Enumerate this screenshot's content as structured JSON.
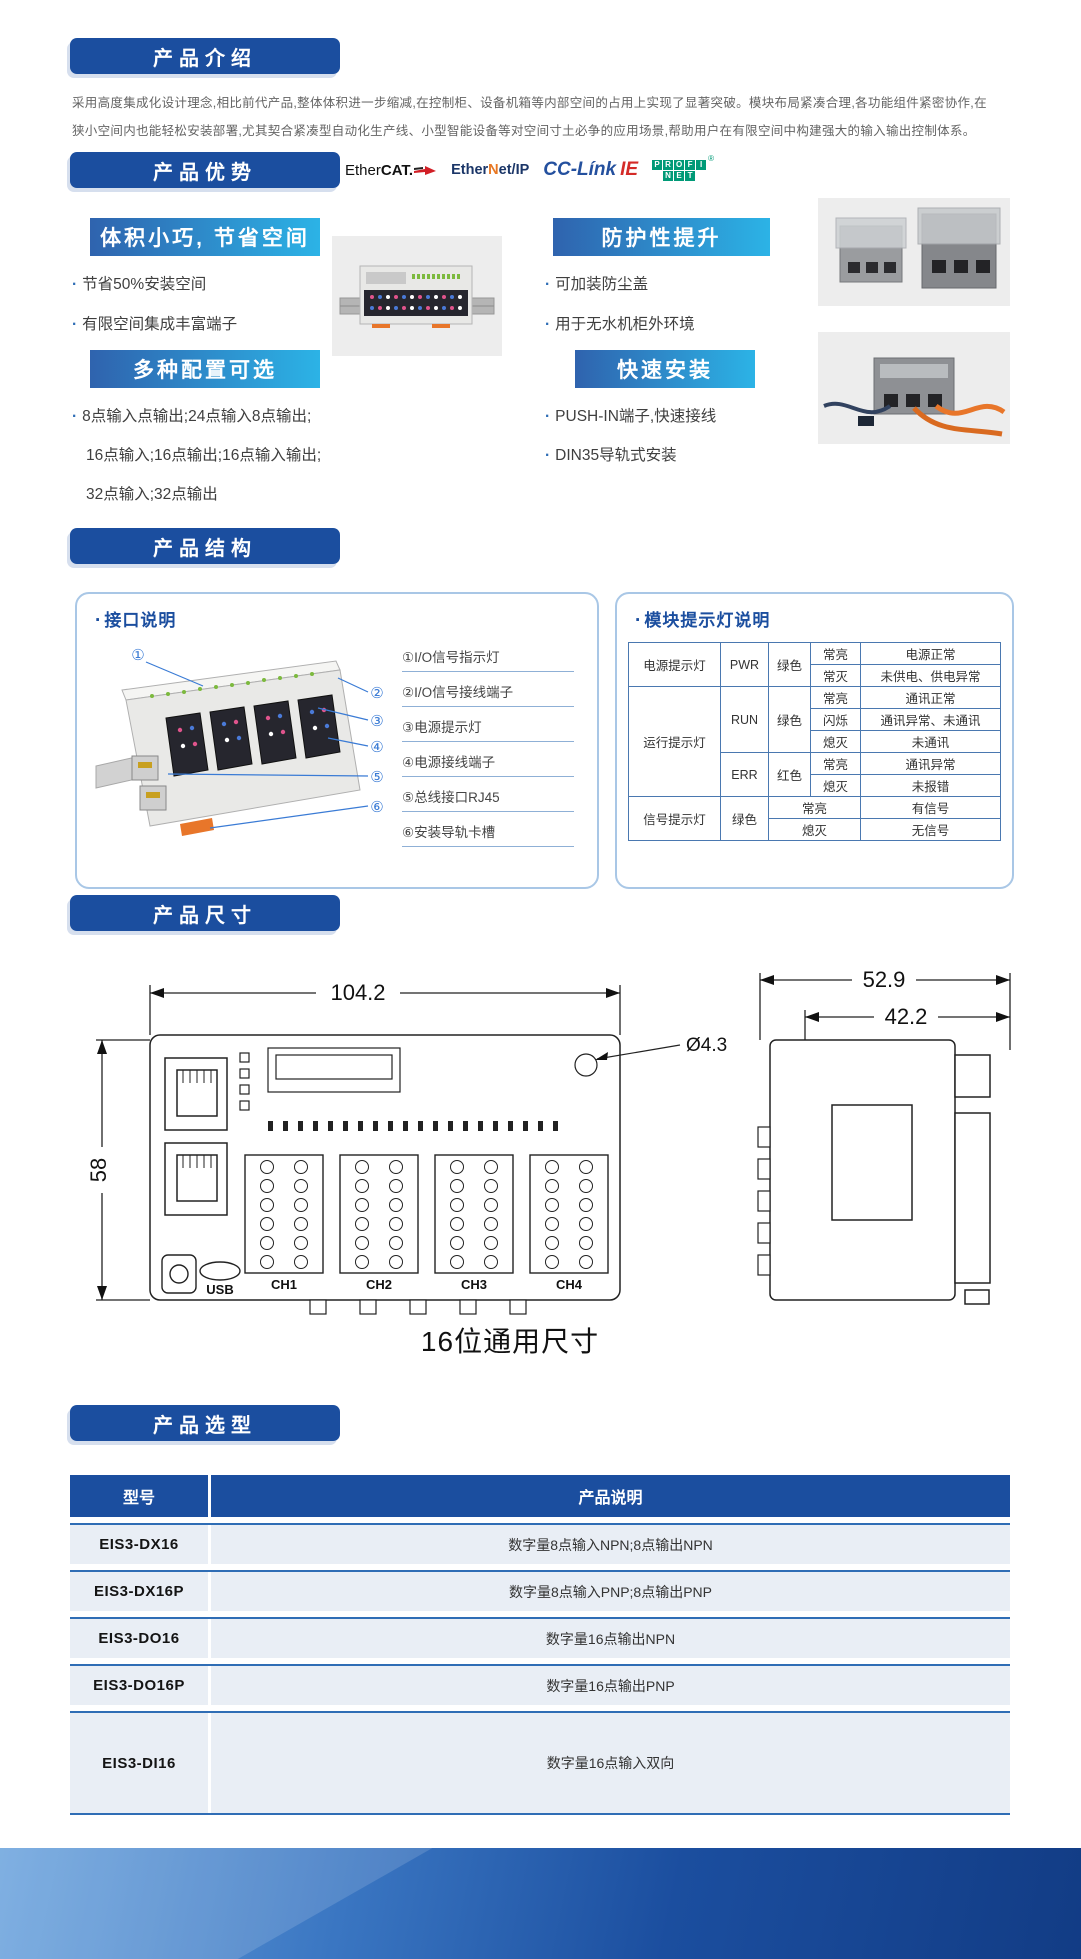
{
  "page": {
    "bullet": "·"
  },
  "sections": {
    "intro": "产品介绍",
    "advantages": "产品优势",
    "structure": "产品结构",
    "dimensions": "产品尺寸",
    "selection": "产品选型"
  },
  "intro_body": {
    "line1": "采用高度集成化设计理念,相比前代产品,整体体积进一步缩减,在控制柜、设备机箱等内部空间的占用上实现了显著突破。模块布局紧凑合理,各功能组件紧密协作,在",
    "line2": "狭小空间内也能轻松安装部署,尤其契合紧凑型自动化生产线、小型智能设备等对空间寸土必争的应用场景,帮助用户在有限空间中构建强大的输入输出控制体系。"
  },
  "logos": {
    "ethercat": {
      "pre": "Ether",
      "bold": "CAT."
    },
    "ethernet_ip": {
      "p1": "Ether",
      "n": "N",
      "p2": "et/IP"
    },
    "cclink": {
      "main": "CC-Línk",
      "ie": "IE"
    },
    "profinet": {
      "top": [
        "P",
        "R",
        "O",
        "F",
        "I"
      ],
      "bottom": [
        "N",
        "E",
        "T"
      ],
      "reg": "®"
    }
  },
  "features": [
    {
      "title": "体积小巧, 节省空间",
      "bullets": [
        "节省50%安装空间",
        "有限空间集成丰富端子"
      ]
    },
    {
      "title": "防护性提升",
      "bullets": [
        "可加装防尘盖",
        "用于无水机柜外环境"
      ]
    },
    {
      "title": "多种配置可选",
      "bullets": [
        "8点输入点输出;24点输入8点输出;",
        "16点输入;16点输出;16点输入输出;",
        "32点输入;32点输出"
      ]
    },
    {
      "title": "快速安装",
      "bullets": [
        "PUSH-IN端子,快速接线",
        "DIN35导轨式安装"
      ]
    }
  ],
  "structure": {
    "interface": {
      "title": "接口说明",
      "items": [
        "①I/O信号指示灯",
        "②I/O信号接线端子",
        "③电源提示灯",
        "④电源接线端子",
        "⑤总线接口RJ45",
        "⑥安装导轨卡槽"
      ],
      "callouts": [
        "①",
        "②",
        "③",
        "④",
        "⑤",
        "⑥"
      ]
    },
    "led": {
      "title": "模块提示灯说明",
      "power": {
        "name": "电源提示灯",
        "label": "PWR",
        "color": "绿色",
        "s1": "常亮",
        "m1": "电源正常",
        "s2": "常灭",
        "m2": "未供电、供电异常"
      },
      "run_name": "运行提示灯",
      "run": {
        "label": "RUN",
        "color": "绿色",
        "s1": "常亮",
        "m1": "通讯正常",
        "s2": "闪烁",
        "m2": "通讯异常、未通讯",
        "s3": "熄灭",
        "m3": "未通讯"
      },
      "err": {
        "label": "ERR",
        "color": "红色",
        "s1": "常亮",
        "m1": "通讯异常",
        "s2": "熄灭",
        "m2": "未报错"
      },
      "signal": {
        "name": "信号提示灯",
        "color": "绿色",
        "s1": "常亮",
        "m1": "有信号",
        "s2": "熄灭",
        "m2": "无信号"
      }
    }
  },
  "dimensions": {
    "width": "104.2",
    "height": "58",
    "side_total": "52.9",
    "side_inner": "42.2",
    "hole": "Ø4.3",
    "usb": "USB",
    "ch1": "CH1",
    "ch2": "CH2",
    "ch3": "CH3",
    "ch4": "CH4",
    "caption": "16位通用尺寸"
  },
  "selection": {
    "header_model": "型号",
    "header_desc": "产品说明",
    "rows": [
      {
        "model": "EIS3-DX16",
        "desc": "数字量8点输入NPN;8点输出NPN"
      },
      {
        "model": "EIS3-DX16P",
        "desc": "数字量8点输入PNP;8点输出PNP"
      },
      {
        "model": "EIS3-DO16",
        "desc": "数字量16点输出NPN"
      },
      {
        "model": "EIS3-DO16P",
        "desc": "数字量16点输出PNP"
      },
      {
        "model": "EIS3-DI16",
        "desc": "数字量16点输入双向"
      }
    ]
  },
  "colors": {
    "primary": "#1b4e9f",
    "gradient_start": "#2f63ae",
    "gradient_end": "#2cb3e6",
    "table_row": "#e9eef5",
    "separator": "#2f6db5",
    "footer_dark": "#123c85",
    "ethercat_red": "#d21f26",
    "ethernetip_orange": "#e87722",
    "cclink_blue": "#24509e",
    "cclink_red": "#d42b28",
    "profinet_green": "#009a77"
  }
}
